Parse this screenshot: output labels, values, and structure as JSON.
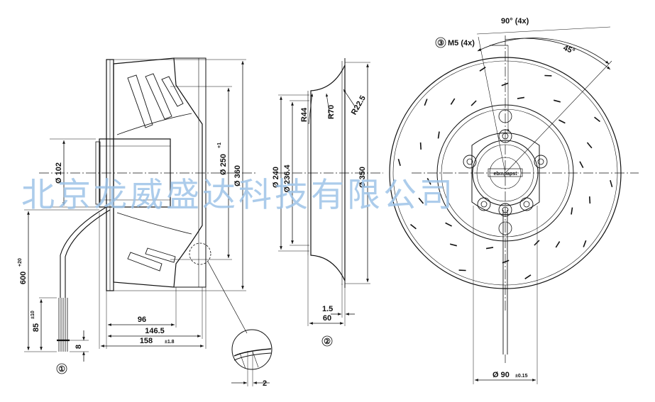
{
  "watermark": "北京龙威盛达科技有限公司",
  "brand_logo": "ebmpapst",
  "colors": {
    "line": "#111111",
    "watermark": "#9ec4e8",
    "background": "#ffffff"
  },
  "side_view": {
    "number": "①",
    "dims": {
      "d102": "Ø 102",
      "d250": "Ø 250",
      "d250_tol": "+1",
      "d360": "Ø 360",
      "w96": "96",
      "w146": "146.5",
      "w158": "158",
      "w158_tol": "±1.8",
      "cable": "600",
      "cable_tol": "+20",
      "wire": "85",
      "wire_tol": "±10",
      "strip": "8",
      "detail_gap": "2"
    }
  },
  "ring_view": {
    "number": "②",
    "dims": {
      "r44": "R44",
      "r70": "R70",
      "r22": "R22.5",
      "d240": "Ø 240",
      "d236": "Ø 236.4",
      "d350": "Ø 350",
      "t15": "1.5",
      "w60": "60"
    }
  },
  "front_view": {
    "dims": {
      "angle90": "90° (4x)",
      "angle45": "45°",
      "thread_num": "③",
      "thread": "M5 (4x)",
      "d90": "Ø 90",
      "d90_tol": "±0.15"
    }
  }
}
